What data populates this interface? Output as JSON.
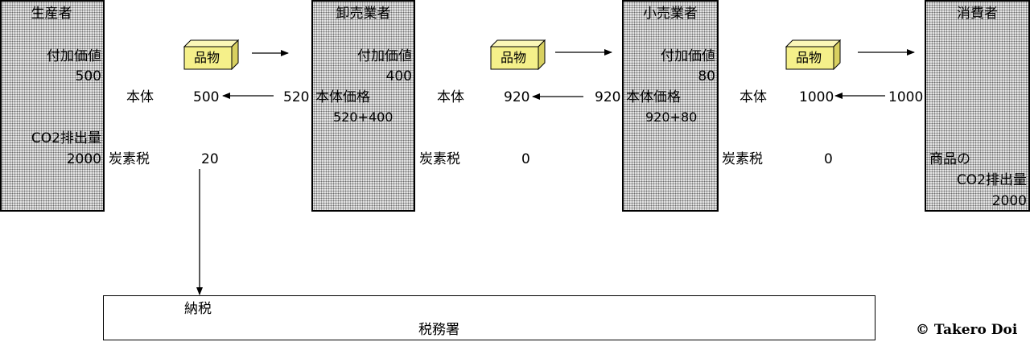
{
  "actors": {
    "producer": {
      "title": "生産者",
      "value_added_label": "付加価値",
      "value_added": "500",
      "co2_label": "CO2排出量",
      "co2": "2000"
    },
    "wholesaler": {
      "title": "卸売業者",
      "value_added_label": "付加価値",
      "value_added": "400",
      "price_label": "本体価格",
      "price_formula": "520+400"
    },
    "retailer": {
      "title": "小売業者",
      "value_added_label": "付加価値",
      "value_added": "80",
      "price_label": "本体価格",
      "price_formula": "920+80"
    },
    "consumer": {
      "title": "消費者",
      "goods_co2_label_1": "商品の",
      "goods_co2_label_2": "CO2排出量",
      "goods_co2": "2000"
    }
  },
  "goods_label": "品物",
  "transactions": [
    {
      "body_label": "本体",
      "body_value": "500",
      "payment": "520",
      "tax_label": "炭素税",
      "tax_value": "20"
    },
    {
      "body_label": "本体",
      "body_value": "920",
      "payment": "920",
      "tax_label": "炭素税",
      "tax_value": "0"
    },
    {
      "body_label": "本体",
      "body_value": "1000",
      "payment": "1000",
      "tax_label": "炭素税",
      "tax_value": "0"
    }
  ],
  "tax_office": {
    "payment_label": "納税",
    "name": "税務署"
  },
  "copyright": "© Takero Doi",
  "colors": {
    "box_fill": "#e4e4e4",
    "goods_front": "#f5f08a",
    "goods_top": "#fbf7b8",
    "goods_side": "#d8d060"
  }
}
